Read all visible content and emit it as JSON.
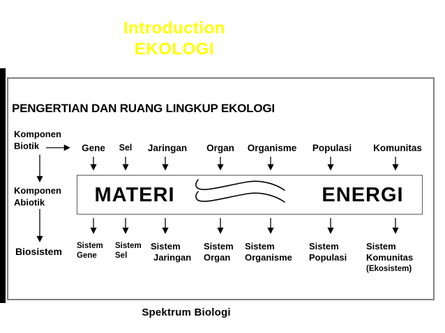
{
  "slide": {
    "title_line1": "Introduction",
    "title_line2": "EKOLOGI",
    "heading": "PENGERTIAN DAN RUANG LINGKUP EKOLOGI",
    "caption": "Spektrum Biologi"
  },
  "left_column": {
    "biotik_line1": "Komponen",
    "biotik_line2": "Biotik",
    "abiotik_line1": "Komponen",
    "abiotik_line2": "Abiotik",
    "biosistem": "Biosistem"
  },
  "center_box": {
    "left_label": "MATERI",
    "right_label": "ENERGI"
  },
  "columns": [
    {
      "top": "Gene",
      "bottom1": "Sistem",
      "bottom2": "Gene"
    },
    {
      "top": "Sel",
      "bottom1": "Sistem",
      "bottom2": "Sel"
    },
    {
      "top": "Jaringan",
      "bottom1": "Sistem",
      "bottom2": "Jaringan"
    },
    {
      "top": "Organ",
      "bottom1": "Sistem",
      "bottom2": "Organ"
    },
    {
      "top": "Organisme",
      "bottom1": "Sistem",
      "bottom2": "Organisme"
    },
    {
      "top": "Populasi",
      "bottom1": "Sistem",
      "bottom2": "Populasi"
    },
    {
      "top": "Komunitas",
      "bottom1": "Sistem",
      "bottom2": "Komunitas",
      "bottom3": "(Ekosistem)"
    }
  ],
  "colors": {
    "title_yellow": "#ffff00",
    "text_black": "#000000",
    "outer_border_gray": "#7f7f7f"
  }
}
